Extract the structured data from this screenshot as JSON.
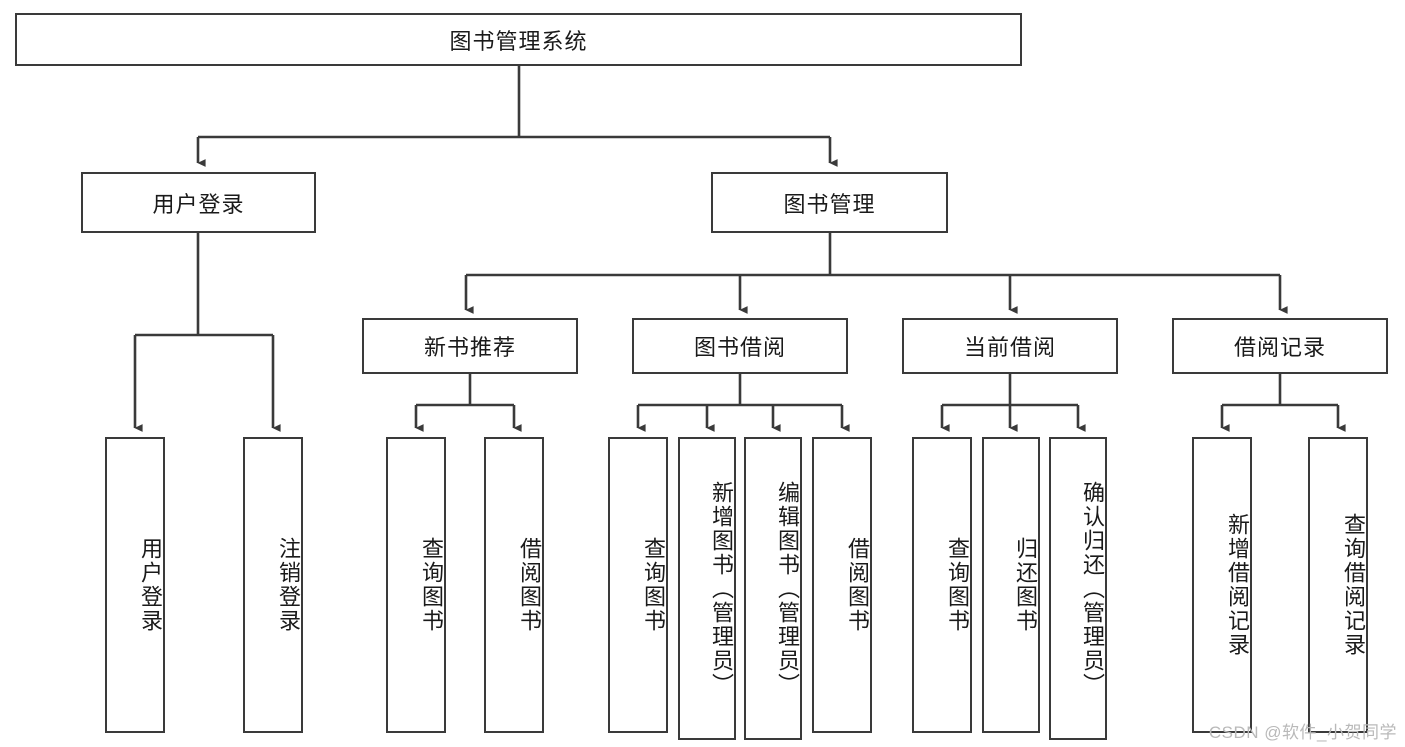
{
  "diagram": {
    "type": "tree-hierarchy",
    "orientation": "top-down",
    "root": {
      "label": "图书管理系统"
    },
    "level2": [
      {
        "label": "用户登录"
      },
      {
        "label": "图书管理"
      }
    ],
    "level3": [
      {
        "label": "新书推荐"
      },
      {
        "label": "图书借阅"
      },
      {
        "label": "当前借阅"
      },
      {
        "label": "借阅记录"
      }
    ],
    "leaves": {
      "user_login": [
        {
          "label": "用户登录"
        },
        {
          "label": "注销登录"
        }
      ],
      "new_book_recommend": [
        {
          "label": "查询图书"
        },
        {
          "label": "借阅图书"
        }
      ],
      "book_borrow": [
        {
          "label": "查询图书"
        },
        {
          "label": "新增图书（管理员）"
        },
        {
          "label": "编辑图书（管理员）"
        },
        {
          "label": "借阅图书"
        }
      ],
      "current_borrow": [
        {
          "label": "查询图书"
        },
        {
          "label": "归还图书"
        },
        {
          "label": "确认归还（管理员）"
        }
      ],
      "borrow_record": [
        {
          "label": "新增借阅记录"
        },
        {
          "label": "查询借阅记录"
        }
      ]
    }
  },
  "watermark": {
    "text": "CSDN @软件_小贺同学"
  },
  "colors": {
    "box_border": "#3a3a3a",
    "box_fill": "#ffffff",
    "edge": "#3a3a3a",
    "text": "#1a1a1a",
    "watermark": "#b9b9b9",
    "background": "#ffffff"
  }
}
